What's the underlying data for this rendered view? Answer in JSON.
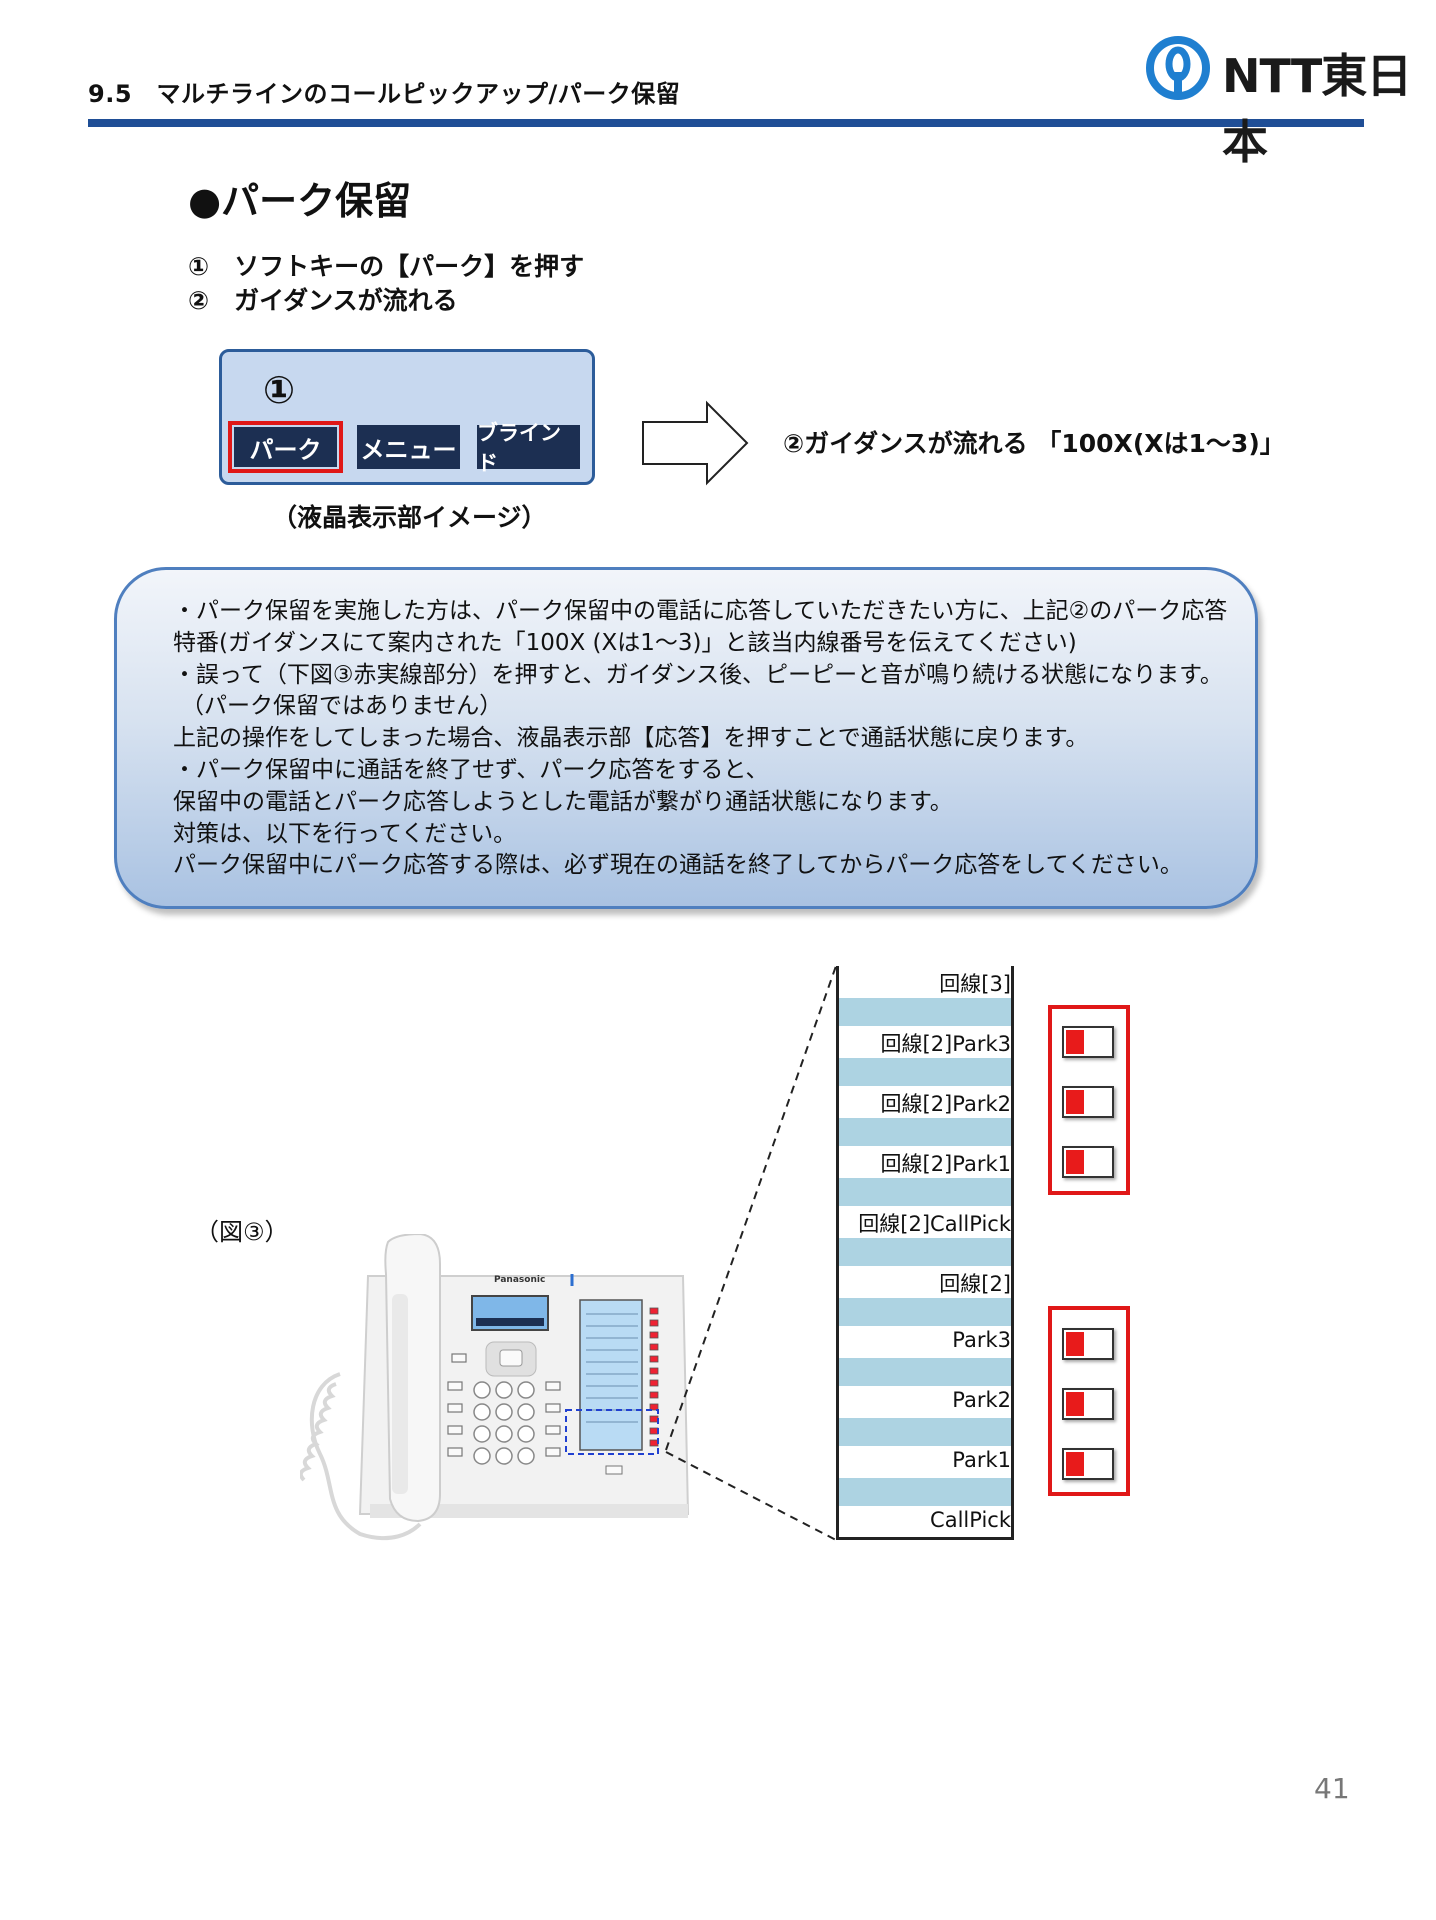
{
  "header": {
    "section_title": "9.5　マルチラインのコールピックアップ/パーク保留",
    "logo_text": "NTT東日本",
    "brand_color": "#1f4e96"
  },
  "heading": "●パーク保留",
  "steps": [
    "①　ソフトキーの【パーク】を押す",
    "②　ガイダンスが流れる"
  ],
  "lcd": {
    "step_marker": "①",
    "softkeys": [
      "パーク",
      "メニュー",
      "ブラインド"
    ],
    "caption": "（液晶表示部イメージ）"
  },
  "guidance_text": "②ガイダンスが流れる 「100X(Xは1～3)」",
  "note_lines": [
    "・パーク保留を実施した方は、パーク保留中の電話に応答していただきたい方に、上記②のパーク応答",
    "特番(ガイダンスにて案内された「100X (Xは1～3)」と該当内線番号を伝えてください)",
    "・誤って（下図③赤実線部分）を押すと、ガイダンス後、ピーピーと音が鳴り続ける状態になります。",
    "（パーク保留ではありません）",
    "上記の操作をしてしまった場合、液晶表示部【応答】を押すことで通話状態に戻ります。",
    "・パーク保留中に通話を終了せず、パーク応答をすると、",
    "保留中の電話とパーク応答しようとした電話が繋がり通話状態になります。",
    "対策は、以下を行ってください。",
    "パーク保留中にパーク応答する際は、必ず現在の通話を終了してからパーク応答をしてください。"
  ],
  "figure": {
    "label": "（図③）",
    "phone_brand": "Panasonic",
    "panel_rows": [
      "回線[3]",
      "回線[2]Park3",
      "回線[2]Park2",
      "回線[2]Park1",
      "回線[2]CallPick",
      "回線[2]",
      "Park3",
      "Park2",
      "Park1",
      "CallPick"
    ],
    "highlight_color": "#e01818"
  },
  "page_number": "41"
}
